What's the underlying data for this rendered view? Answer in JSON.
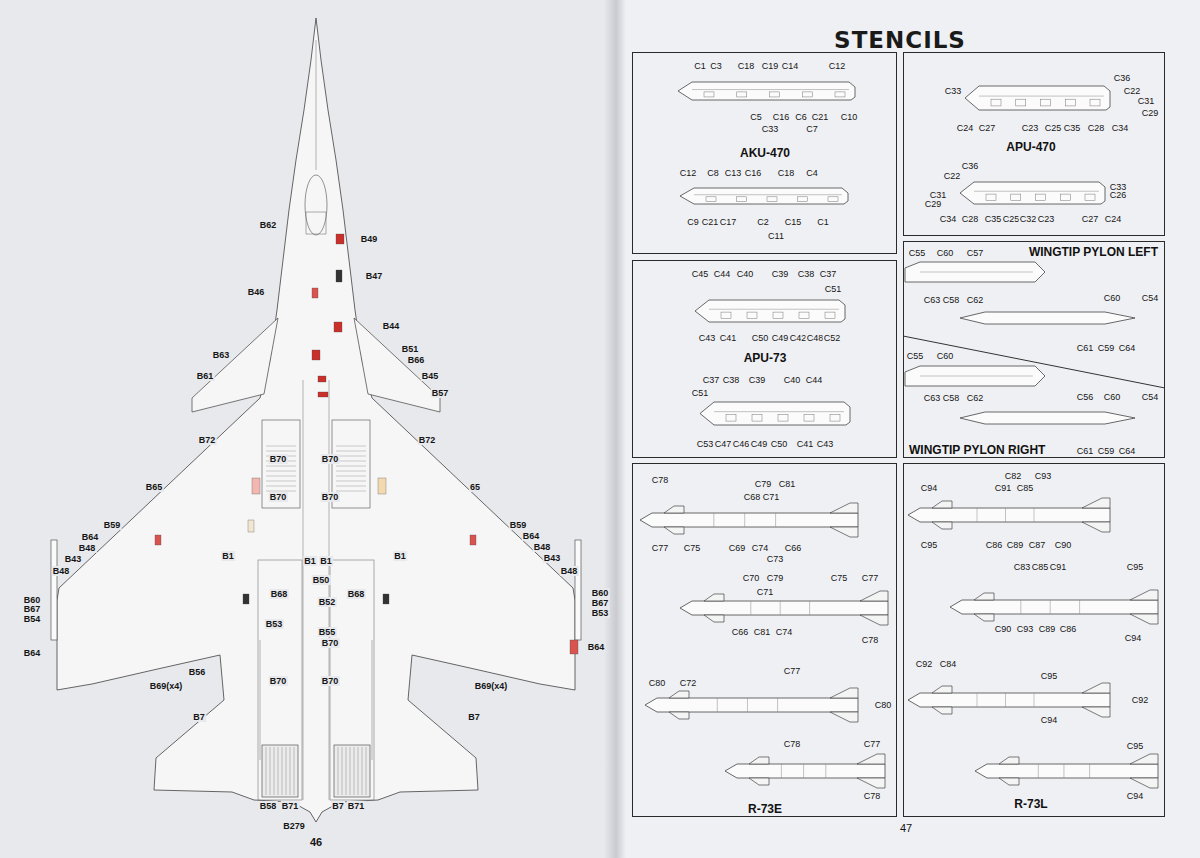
{
  "diagram": {
    "title": "STENCILS",
    "nodes": [
      {
        "text": [
          "AKU-470"
        ]
      },
      {
        "text": [
          "APU-470"
        ]
      },
      {
        "text": [
          "APU-73"
        ]
      },
      {
        "text": [
          "WINGTIP PYLON LEFT",
          "WINGTIP PYLON RIGHT"
        ]
      },
      {
        "text": [
          "R-73E"
        ]
      },
      {
        "text": [
          "R-73L"
        ]
      }
    ],
    "labels": [
      "B62",
      "B49",
      "B47",
      "B46",
      "B44",
      "B63",
      "B51",
      "B66",
      "B61",
      "B45",
      "B57",
      "B72",
      "B72",
      "B70",
      "B70",
      "B65",
      "65",
      "B70",
      "B70",
      "B59",
      "B59",
      "B64",
      "B64",
      "B48",
      "B48",
      "B43",
      "B43",
      "B48",
      "B48",
      "B1",
      "B1",
      "B1",
      "B1",
      "B50",
      "B60",
      "B60",
      "B67",
      "B67",
      "B54",
      "B53",
      "B68",
      "B52",
      "B68",
      "B53",
      "B55",
      "B70",
      "B64",
      "B64",
      "B56",
      "B69(x4)",
      "B69(x4)",
      "B70",
      "B70",
      "B7",
      "B7",
      "B58",
      "B71",
      "B7",
      "B71",
      "B279",
      "46",
      "C1",
      "C3",
      "C18",
      "C19",
      "C14",
      "C12",
      "C5",
      "C16",
      "C6",
      "C21",
      "C10",
      "C33",
      "C7",
      "C12",
      "C8",
      "C13",
      "C16",
      "C18",
      "C4",
      "C9",
      "C21",
      "C17",
      "C2",
      "C15",
      "C1",
      "C11",
      "C36",
      "C33",
      "C22",
      "C31",
      "C29",
      "C24",
      "C27",
      "C23",
      "C25",
      "C35",
      "C28",
      "C34",
      "C36",
      "C22",
      "C33",
      "C31",
      "C26",
      "C29",
      "C34",
      "C28",
      "C35",
      "C25",
      "C32",
      "C23",
      "C27",
      "C24",
      "C45",
      "C44",
      "C40",
      "C39",
      "C38",
      "C37",
      "C51",
      "C43",
      "C41",
      "C50",
      "C49",
      "C42",
      "C48",
      "C52",
      "C37",
      "C38",
      "C39",
      "C40",
      "C44",
      "C51",
      "C53",
      "C47",
      "C46",
      "C49",
      "C50",
      "C41",
      "C43",
      "C55",
      "C60",
      "C57",
      "C60",
      "C54",
      "C63",
      "C58",
      "C62",
      "C61",
      "C59",
      "C64",
      "C55",
      "C60",
      "C56",
      "C60",
      "C54",
      "C63",
      "C58",
      "C62",
      "C61",
      "C59",
      "C64",
      "C78",
      "C79",
      "C81",
      "C68",
      "C71",
      "C77",
      "C75",
      "C69",
      "C74",
      "C66",
      "C73",
      "C70",
      "C79",
      "C75",
      "C77",
      "C71",
      "C66",
      "C81",
      "C74",
      "C78",
      "C77",
      "C80",
      "C72",
      "C80",
      "C78",
      "C77",
      "C78",
      "C82",
      "C93",
      "C94",
      "C91",
      "C85",
      "C95",
      "C86",
      "C89",
      "C87",
      "C90",
      "C83",
      "C85",
      "C91",
      "C95",
      "C90",
      "C93",
      "C89",
      "C86",
      "C94",
      "C92",
      "C84",
      "C95",
      "C92",
      "C94",
      "C95",
      "C94",
      "47"
    ]
  }
}
